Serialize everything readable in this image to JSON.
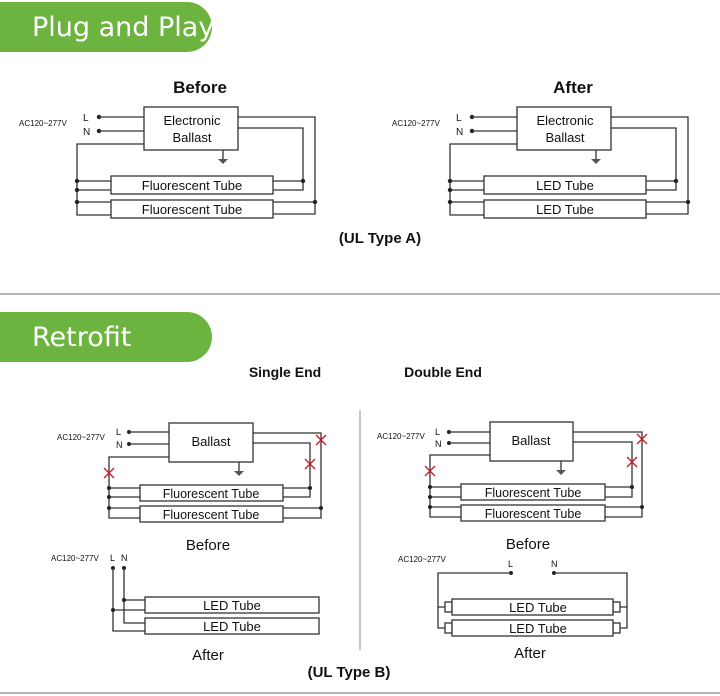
{
  "colors": {
    "banner": "#6db33f",
    "wire": "#333333",
    "cut_mark": "#c8202a",
    "divider": "#888888"
  },
  "plug_and_play": {
    "banner": "Plug and Play",
    "caption": "(UL Type A)",
    "before": {
      "title": "Before",
      "voltage": "AC120~277V",
      "l": "L",
      "n": "N",
      "ballast_line1": "Electronic",
      "ballast_line2": "Ballast",
      "tubes": [
        "Fluorescent Tube",
        "Fluorescent Tube"
      ]
    },
    "after": {
      "title": "After",
      "voltage": "AC120~277V",
      "l": "L",
      "n": "N",
      "ballast_line1": "Electronic",
      "ballast_line2": "Ballast",
      "tubes": [
        "LED Tube",
        "LED Tube"
      ]
    }
  },
  "retrofit": {
    "banner": "Retrofit",
    "caption": "(UL Type B)",
    "single_end": {
      "title": "Single End",
      "before": {
        "label": "Before",
        "voltage": "AC120~277V",
        "l": "L",
        "n": "N",
        "ballast": "Ballast",
        "tubes": [
          "Fluorescent Tube",
          "Fluorescent Tube"
        ]
      },
      "after": {
        "label": "After",
        "voltage": "AC120~277V",
        "l": "L",
        "n": "N",
        "tubes": [
          "LED Tube",
          "LED Tube"
        ]
      }
    },
    "double_end": {
      "title": "Double End",
      "before": {
        "label": "Before",
        "voltage": "AC120~277V",
        "l": "L",
        "n": "N",
        "ballast": "Ballast",
        "tubes": [
          "Fluorescent Tube",
          "Fluorescent Tube"
        ]
      },
      "after": {
        "label": "After",
        "voltage": "AC120~277V",
        "l": "L",
        "n": "N",
        "tubes": [
          "LED Tube",
          "LED Tube"
        ]
      }
    }
  }
}
